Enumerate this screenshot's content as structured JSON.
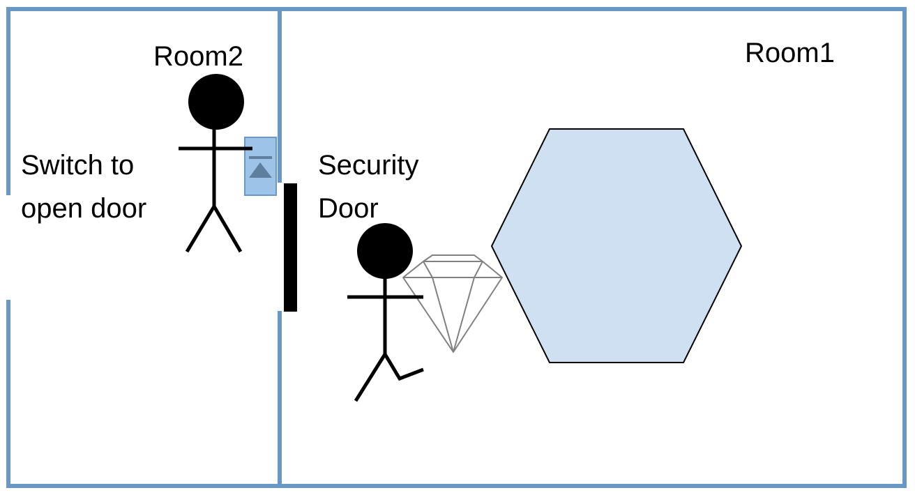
{
  "labels": {
    "room2": "Room2",
    "room1": "Room1",
    "switch_line1": "Switch to",
    "switch_line2": "open door",
    "door_line1": "Security",
    "door_line2": "Door"
  },
  "colors": {
    "wall": "#6a98c6",
    "hexagon_fill": "#d0e0f3",
    "switch_fill": "#9dc3e9",
    "switch_arrow": "#5f7f9e",
    "figure": "#000000",
    "diamond_stroke": "#808080"
  },
  "icons": {
    "switch": "switch-icon",
    "diamond": "diamond-icon",
    "person": "stick-figure-icon"
  }
}
